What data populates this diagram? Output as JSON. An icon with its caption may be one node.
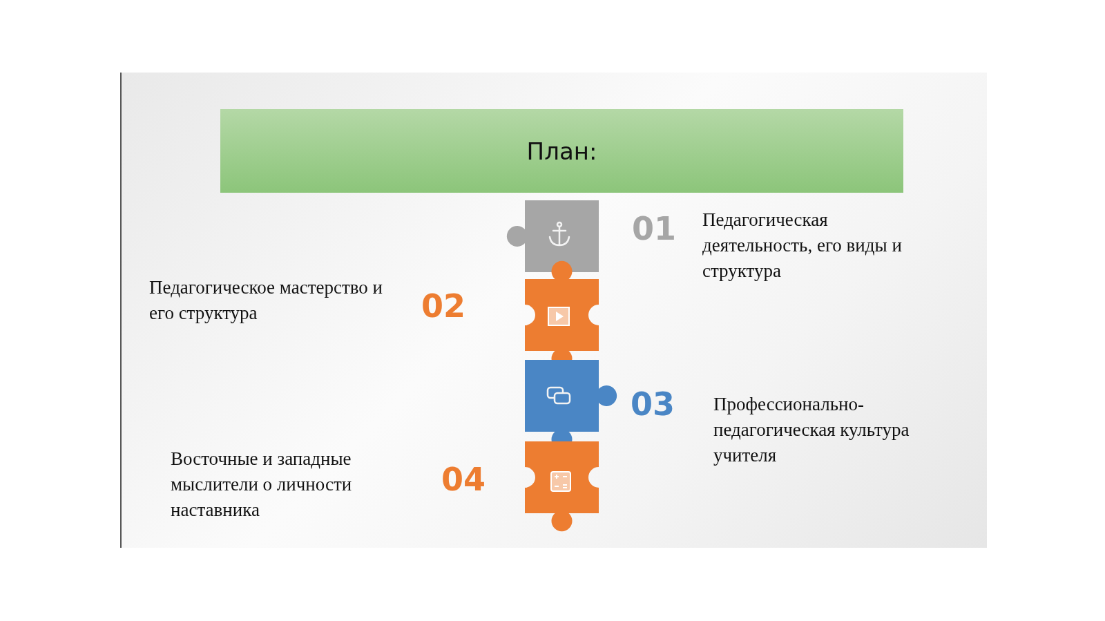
{
  "diagram": {
    "title": "План:",
    "labels": [
      "01",
      "Педагогическая деятельность, его виды и структура",
      "Педагогическое мастерство и его структура",
      "02",
      "03",
      "Профессионально-педагогическая культура учителя",
      "Восточные и западные мыслители о личности наставника",
      "04"
    ]
  }
}
